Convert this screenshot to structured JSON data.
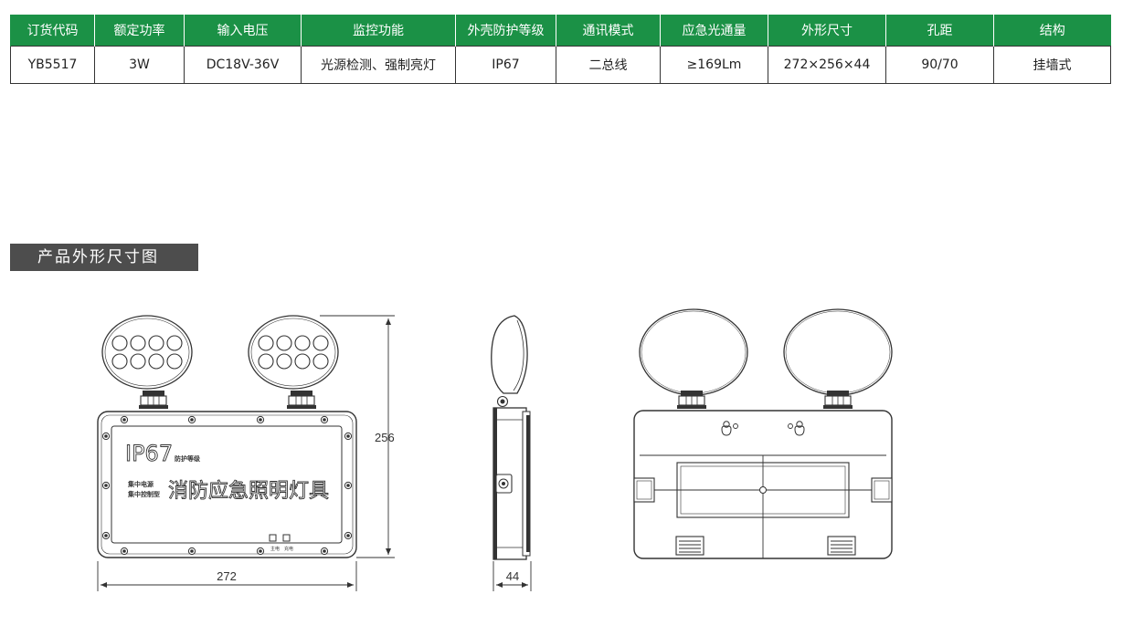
{
  "spec_table": {
    "headers": [
      "订货代码",
      "额定功率",
      "输入电压",
      "监控功能",
      "外壳防护等级",
      "通讯模式",
      "应急光通量",
      "外形尺寸",
      "孔距",
      "结构"
    ],
    "row": [
      "YB5517",
      "3W",
      "DC18V-36V",
      "光源检测、强制亮灯",
      "IP67",
      "二总线",
      "≥169Lm",
      "272×256×44",
      "90/70",
      "挂墙式"
    ]
  },
  "section": {
    "title": "产品外形尺寸图"
  },
  "drawing": {
    "front_face": {
      "ip_rating": "IP67",
      "ip_label": "防护等级",
      "badge_line1": "集中电源",
      "badge_line2": "集中控制型",
      "product_name": "消防应急照明灯具",
      "indicator_1": "主电",
      "indicator_2": "充电"
    },
    "dimensions": {
      "width": "272",
      "height": "256",
      "depth": "44"
    }
  },
  "colors": {
    "header_green": "#1b9146",
    "label_gray": "#4d4d4d",
    "line": "#333333"
  }
}
